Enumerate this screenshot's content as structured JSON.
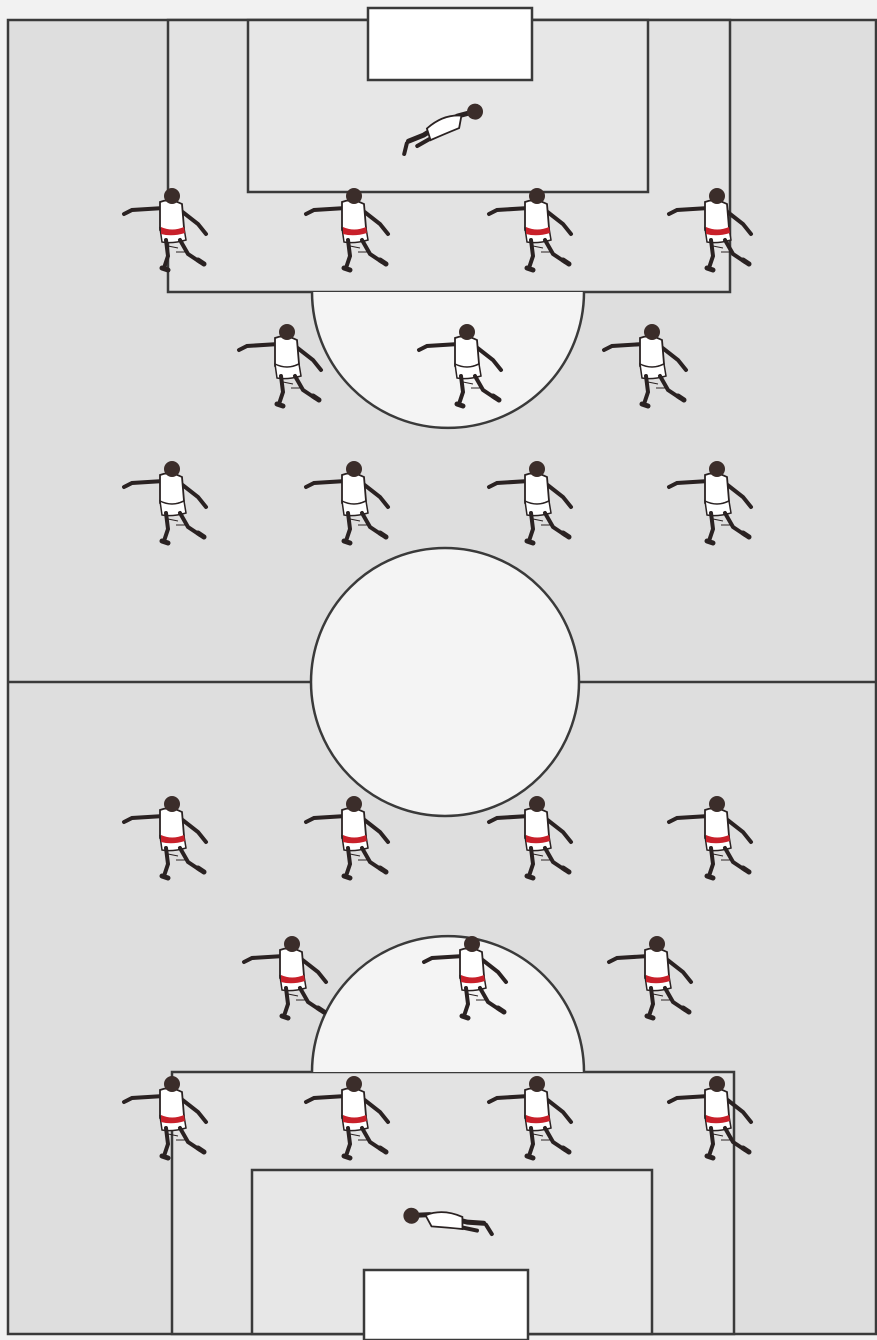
{
  "pitch": {
    "surface_color": "#dedede",
    "line_color": "#3a3a3a",
    "goal_color": "#ffffff"
  },
  "players": {
    "skin_color": "#3b2d2a",
    "shirt_color": "#ffffff",
    "outline_color": "#2a2222",
    "band_color": "#c8202a"
  },
  "team_top": {
    "name": "",
    "formation": "4-3-4",
    "rows": [
      {
        "role": "goalkeeper",
        "count": 1,
        "banded": false
      },
      {
        "role": "defenders",
        "count": 4,
        "banded": true
      },
      {
        "role": "midfielders",
        "count": 3,
        "banded": false
      },
      {
        "role": "forwards",
        "count": 4,
        "banded": false
      }
    ]
  },
  "team_bottom": {
    "name": "",
    "formation": "4-3-4",
    "rows": [
      {
        "role": "forwards",
        "count": 4,
        "banded": true
      },
      {
        "role": "midfielders",
        "count": 3,
        "banded": true
      },
      {
        "role": "defenders",
        "count": 4,
        "banded": true
      },
      {
        "role": "goalkeeper",
        "count": 1,
        "banded": false
      }
    ]
  }
}
